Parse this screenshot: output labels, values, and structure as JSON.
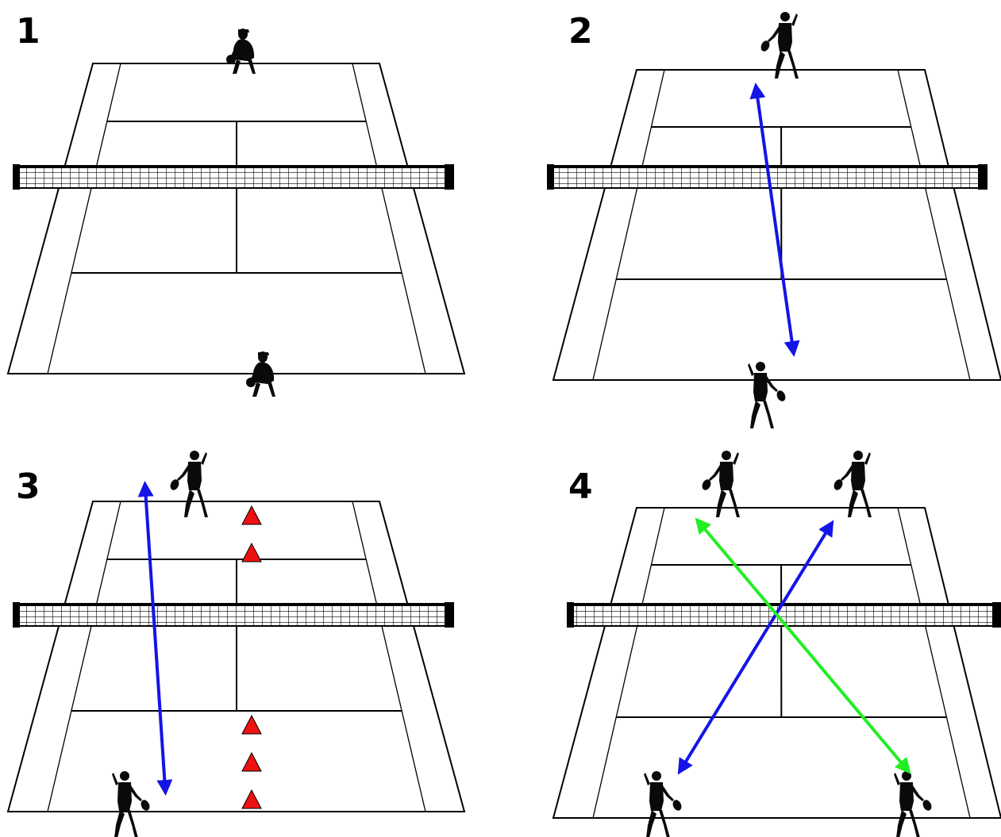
{
  "panels": [
    {
      "number": "1"
    },
    {
      "number": "2"
    },
    {
      "number": "3"
    },
    {
      "number": "4"
    }
  ],
  "colors": {
    "court_line": "#000000",
    "arrow_blue": "#1414e6",
    "arrow_green": "#22ee22",
    "cone": "#ee1111",
    "player": "#0a0a0a"
  },
  "icons": {
    "player": "player-silhouette-icon",
    "cone": "cone-icon",
    "net": "tennis-net"
  }
}
